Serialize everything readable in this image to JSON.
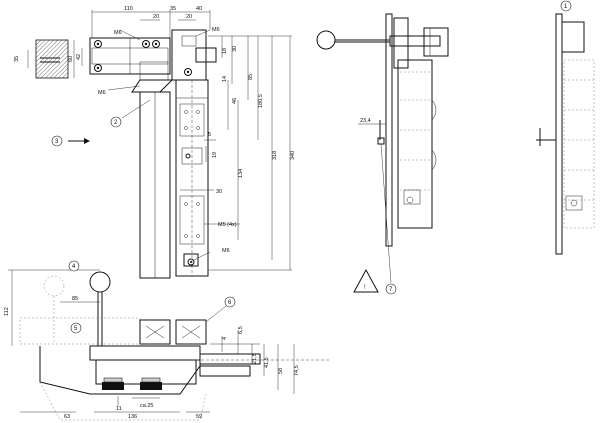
{
  "dimensions": {
    "top_110": "110",
    "top_20a": "20",
    "top_35": "35",
    "top_20b": "20",
    "top_40": "40",
    "h_35": "35",
    "h_60": "60",
    "h_42": "42",
    "h_30": "30",
    "h_18": "18",
    "h_14": "14",
    "h_85": "85",
    "h_46": "46",
    "h_180_5": "180,5",
    "h_318": "318",
    "h_340": "340",
    "h_134": "134",
    "h_5": "5",
    "h_19": "19",
    "w_30": "30",
    "m5": "M5 (4x)",
    "m6_a": "M6",
    "m6_b": "M6",
    "m6_c": "M6",
    "m6_d": "M6",
    "side_23_4": "23,4",
    "front_112": "112",
    "front_85": "85",
    "front_4": "4",
    "front_6_5": "6,5",
    "front_21_5": "21,5",
    "front_41_5": "41,5",
    "front_58": "58",
    "front_74_5": "74,5",
    "front_11": "11",
    "front_ca25": "ca.25",
    "front_63": "63",
    "front_136": "136",
    "front_59": "59"
  },
  "callouts": [
    "1",
    "2",
    "3",
    "4",
    "5",
    "6",
    "7"
  ],
  "warning_symbol": "!"
}
